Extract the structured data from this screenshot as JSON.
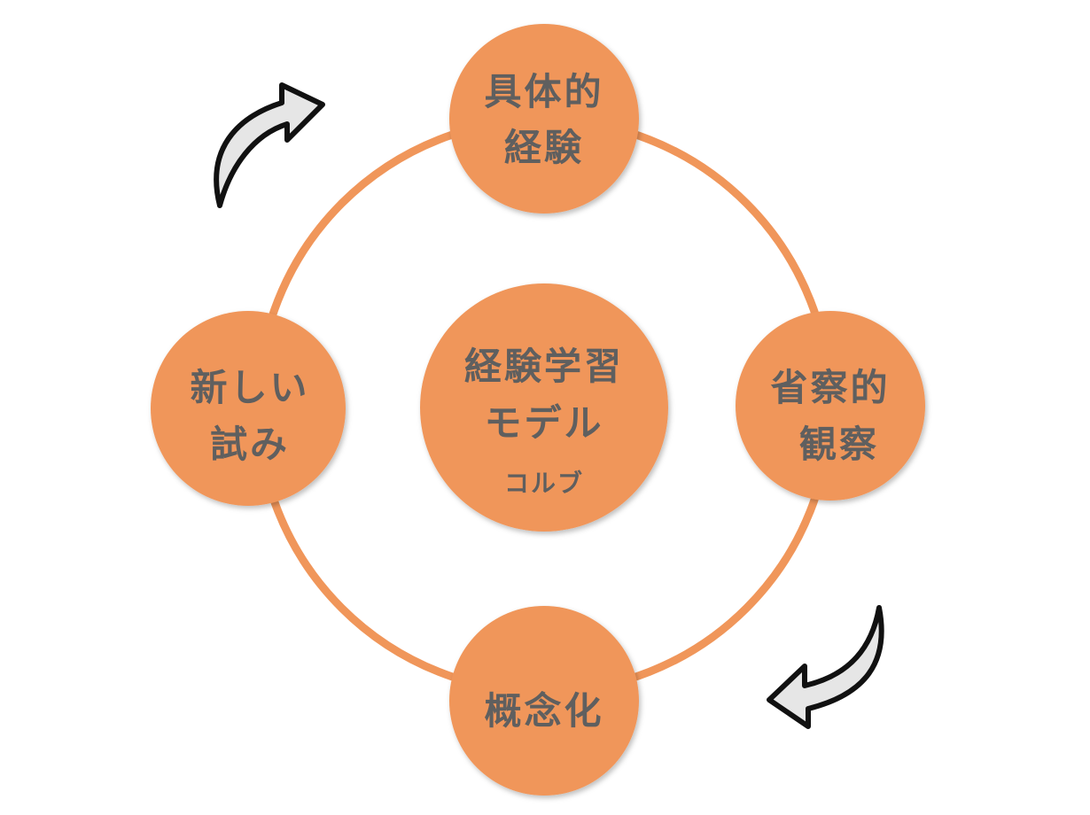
{
  "colors": {
    "node_fill": "#f0965a",
    "ring_stroke": "#f0965a",
    "text": "#5f5f5f",
    "arrow_fill": "#e6e6e6",
    "arrow_stroke": "#111111",
    "background": "#ffffff"
  },
  "center": {
    "line1": "経験学習",
    "line2": "モデル",
    "line3": "コルブ"
  },
  "nodes": {
    "top": {
      "line1": "具体的",
      "line2": "経験"
    },
    "right": {
      "line1": "省察的",
      "line2": "観察"
    },
    "bottom": {
      "line1": "概念化"
    },
    "left": {
      "line1": "新しい",
      "line2": "試み"
    }
  },
  "arrows": {
    "upper_left": "curved-arrow-icon",
    "lower_right": "curved-arrow-icon"
  }
}
